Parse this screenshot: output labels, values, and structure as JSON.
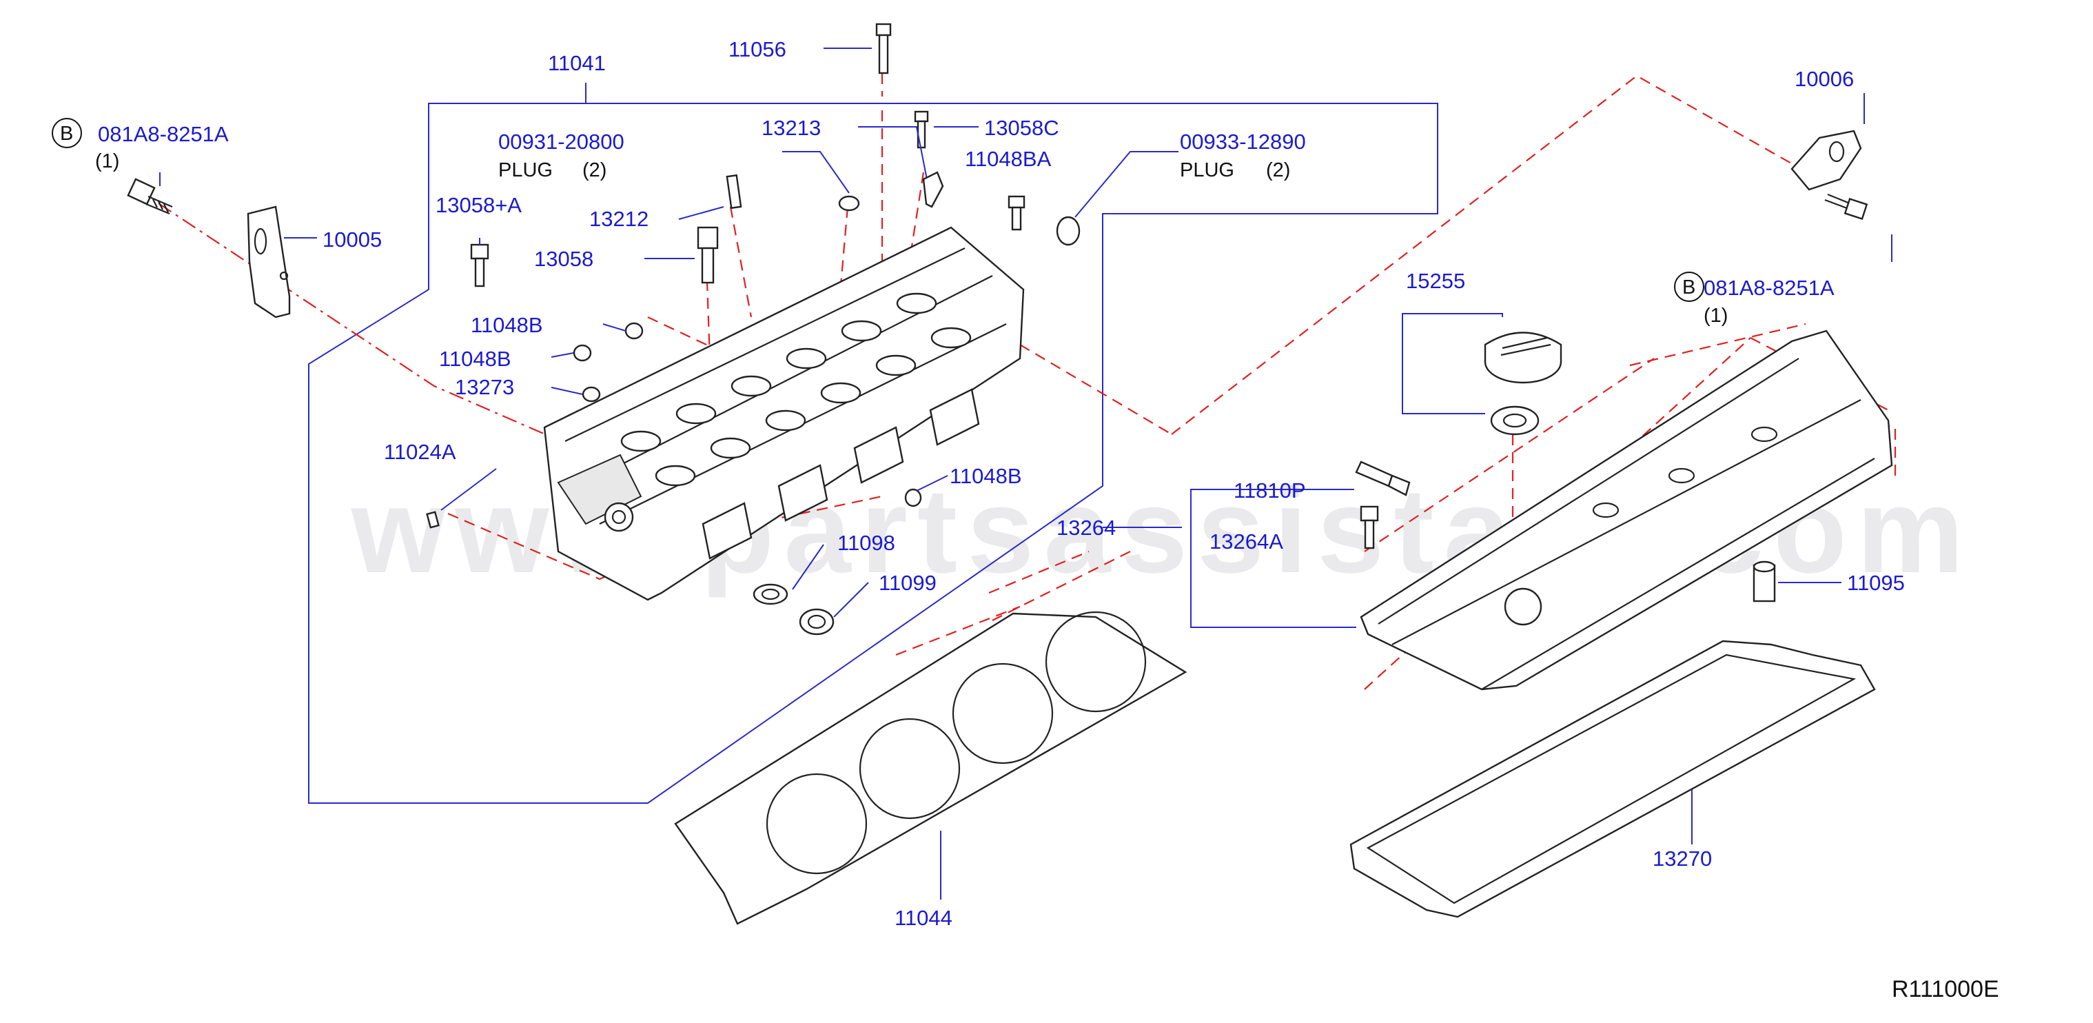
{
  "watermark": "www.partsassistant.com",
  "diagram_ref": "R111000E",
  "colors": {
    "label": "#1a1ad0",
    "leader": "#2a2ac8",
    "hidden_line": "#e02020",
    "part_outline": "#222222"
  },
  "labels": {
    "p11041": "11041",
    "p11056": "11056",
    "p13213": "13213",
    "p13058c": "13058C",
    "p11048ba": "11048BA",
    "p00931": "00931-20800",
    "plug1": "PLUG",
    "plug1_qty": "(2)",
    "p00933": "00933-12890",
    "plug2": "PLUG",
    "plug2_qty": "(2)",
    "b_left": "B",
    "p081a8_left": "081A8-8251A",
    "qty_left": "(1)",
    "p10005": "10005",
    "p13058a": "13058+A",
    "p13212": "13212",
    "p13058": "13058",
    "p11048b_1": "11048B",
    "p11048b_2": "11048B",
    "p13273": "13273",
    "p11024a": "11024A",
    "p11048b_3": "11048B",
    "p11098": "11098",
    "p11099": "11099",
    "p13264": "13264",
    "p11044": "11044",
    "p10006": "10006",
    "b_right": "B",
    "p081a8_right": "081A8-8251A",
    "qty_right": "(1)",
    "p15255": "15255",
    "p11810p": "11810P",
    "p13264a": "13264A",
    "p11095": "11095",
    "p13270": "13270"
  }
}
